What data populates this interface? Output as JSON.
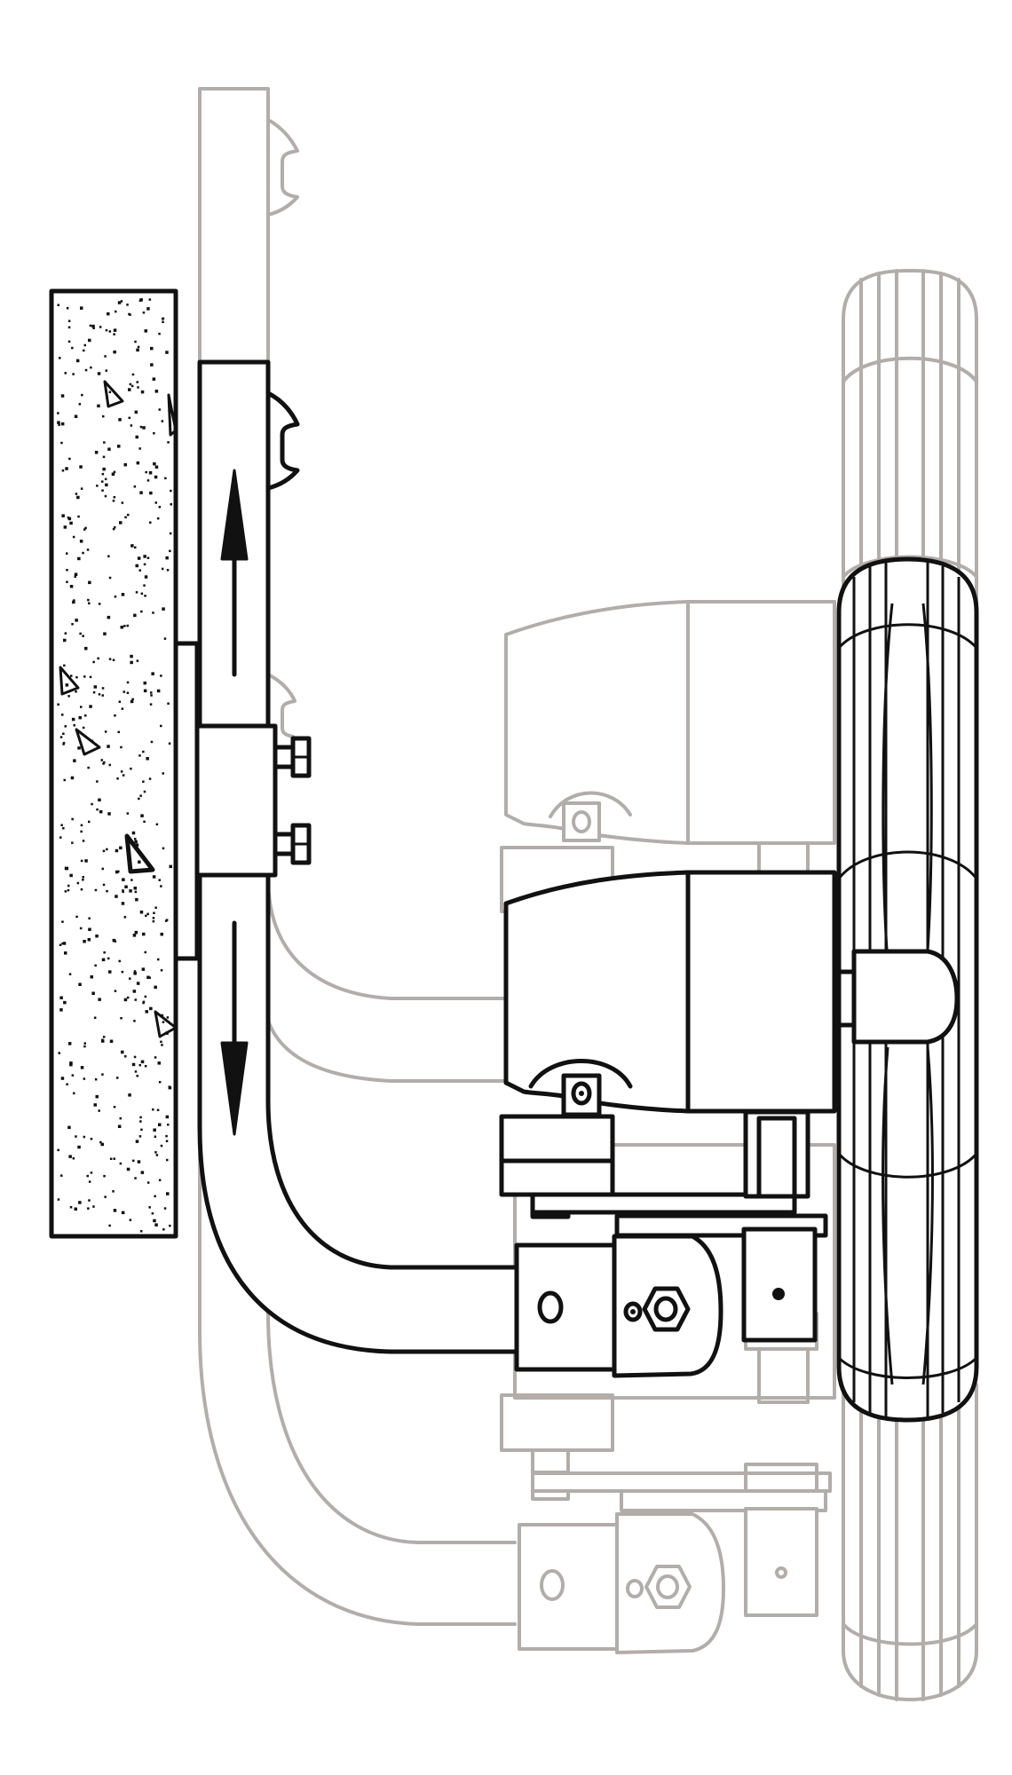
{
  "figure": {
    "type": "mechanical-illustration",
    "parts": [
      "concrete-wall",
      "sliding-post",
      "post-clamp",
      "mounting-bracket",
      "drive-motor",
      "drive-wheel"
    ],
    "motion": [
      "up",
      "down"
    ],
    "colors": {
      "active": "#111111",
      "ghost": "#b3adaa",
      "background": "#ffffff"
    }
  }
}
